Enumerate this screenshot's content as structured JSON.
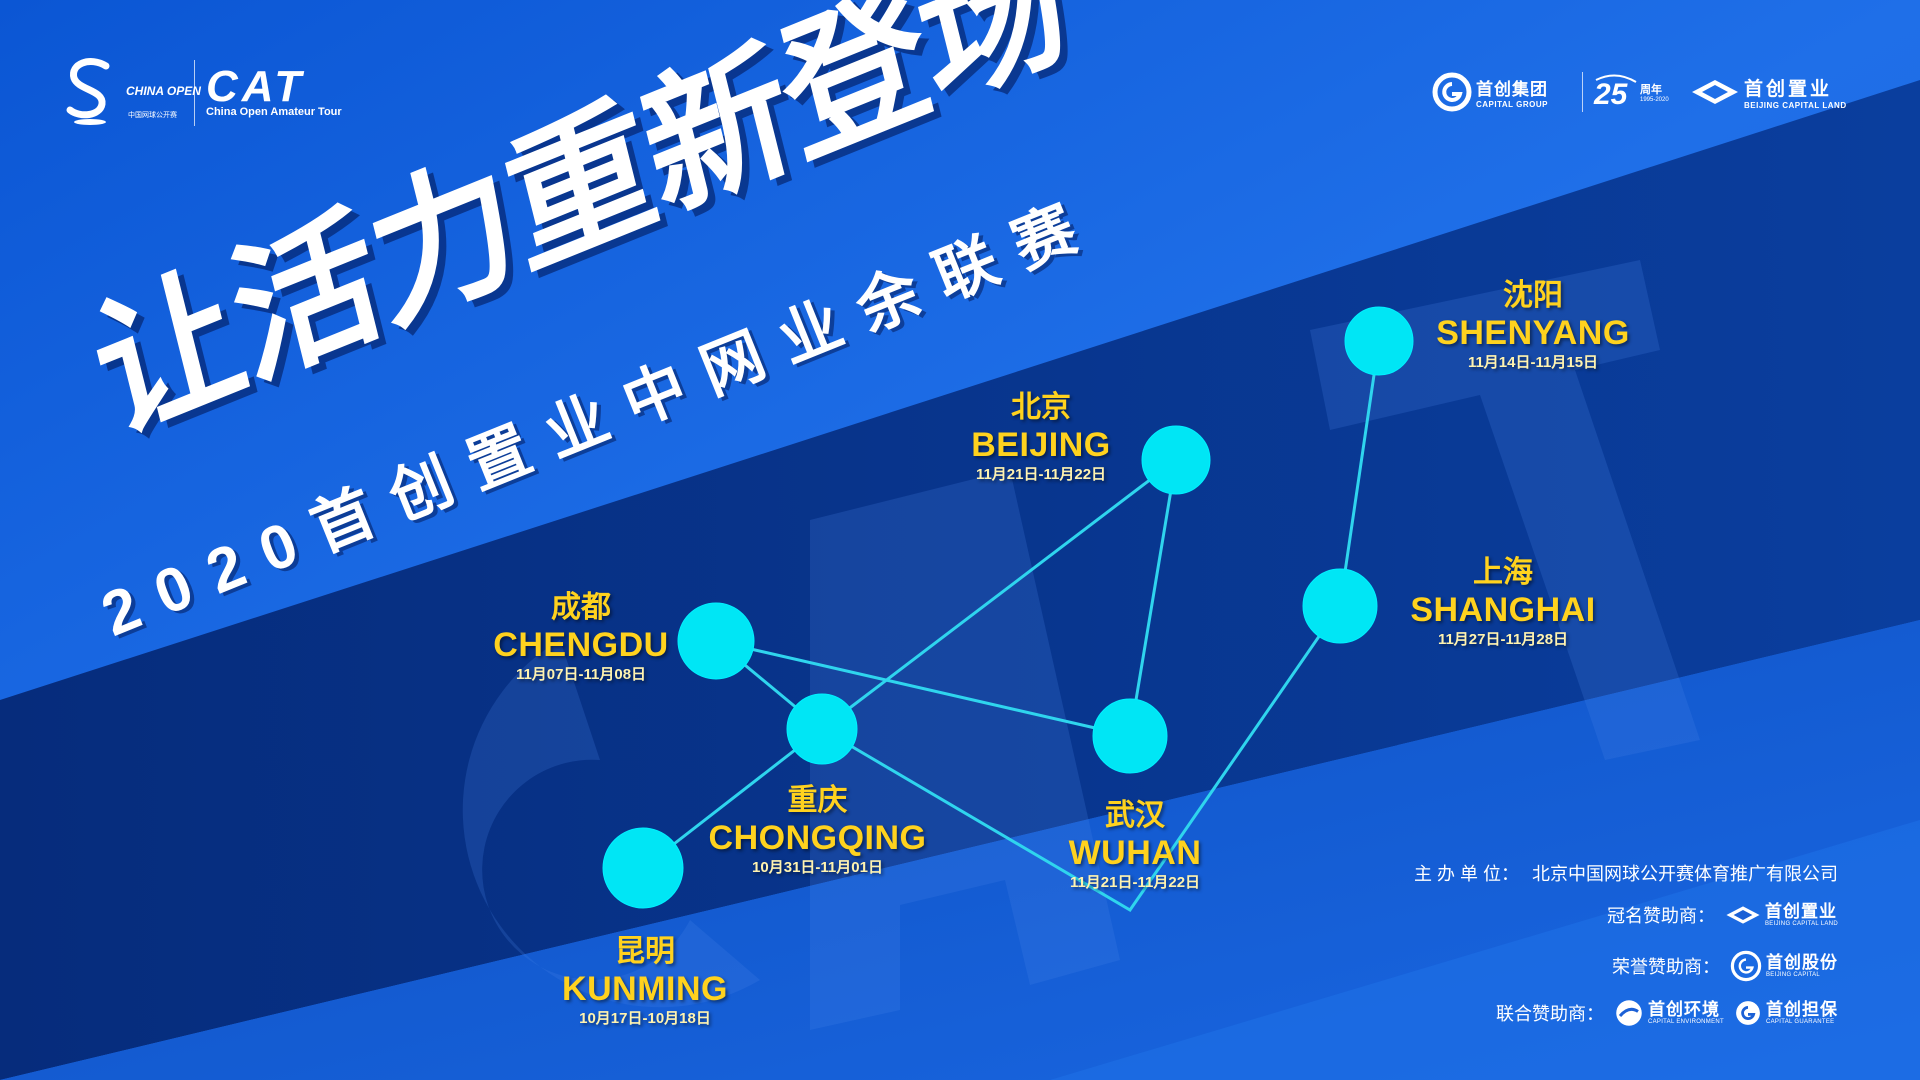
{
  "header": {
    "left_logo": {
      "brand": "CHINA OPEN",
      "brand_sub": "中国网球公开赛",
      "cat": "CAT",
      "cat_sub": "China Open Amateur Tour"
    },
    "right_logos": [
      {
        "name": "首创集团",
        "en": "CAPITAL GROUP"
      },
      {
        "name": "周年",
        "en": "1995-2020"
      },
      {
        "name": "首创置业",
        "en": "BEIJING CAPITAL LAND"
      }
    ]
  },
  "title": {
    "main": "让活力重新登场",
    "sub": "2020首创置业中网业余联赛"
  },
  "watermark": "CAT",
  "colors": {
    "bg_light": "#1f6fe8",
    "bg_dark": "#073184",
    "node": "#00e6f5",
    "route": "#2fd5ee",
    "city_text": "#ffd21e"
  },
  "cities": [
    {
      "cn": "沈阳",
      "en": "SHENYANG",
      "date": "11月14日-11月15日"
    },
    {
      "cn": "北京",
      "en": "BEIJING",
      "date": "11月21日-11月22日"
    },
    {
      "cn": "上海",
      "en": "SHANGHAI",
      "date": "11月27日-11月28日"
    },
    {
      "cn": "成都",
      "en": "CHENGDU",
      "date": "11月07日-11月08日"
    },
    {
      "cn": "重庆",
      "en": "CHONGQING",
      "date": "10月31日-11月01日"
    },
    {
      "cn": "武汉",
      "en": "WUHAN",
      "date": "11月21日-11月22日"
    },
    {
      "cn": "昆明",
      "en": "KUNMING",
      "date": "10月17日-10月18日"
    }
  ],
  "footer": {
    "organizer_label": "主 办 单 位：",
    "organizer": "北京中国网球公开赛体育推广有限公司",
    "title_sponsor_label": "冠名赞助商：",
    "title_sponsor": {
      "cn": "首创置业",
      "en": "BEIJING CAPITAL LAND"
    },
    "honor_sponsor_label": "荣誉赞助商：",
    "honor_sponsor": {
      "cn": "首创股份",
      "en": "BEIJING CAPITAL"
    },
    "joint_sponsor_label": "联合赞助商：",
    "joint_sponsors": [
      {
        "cn": "首创环境",
        "en": "CAPITAL ENVIRONMENT"
      },
      {
        "cn": "首创担保",
        "en": "CAPITAL GUARANTEE"
      }
    ]
  }
}
